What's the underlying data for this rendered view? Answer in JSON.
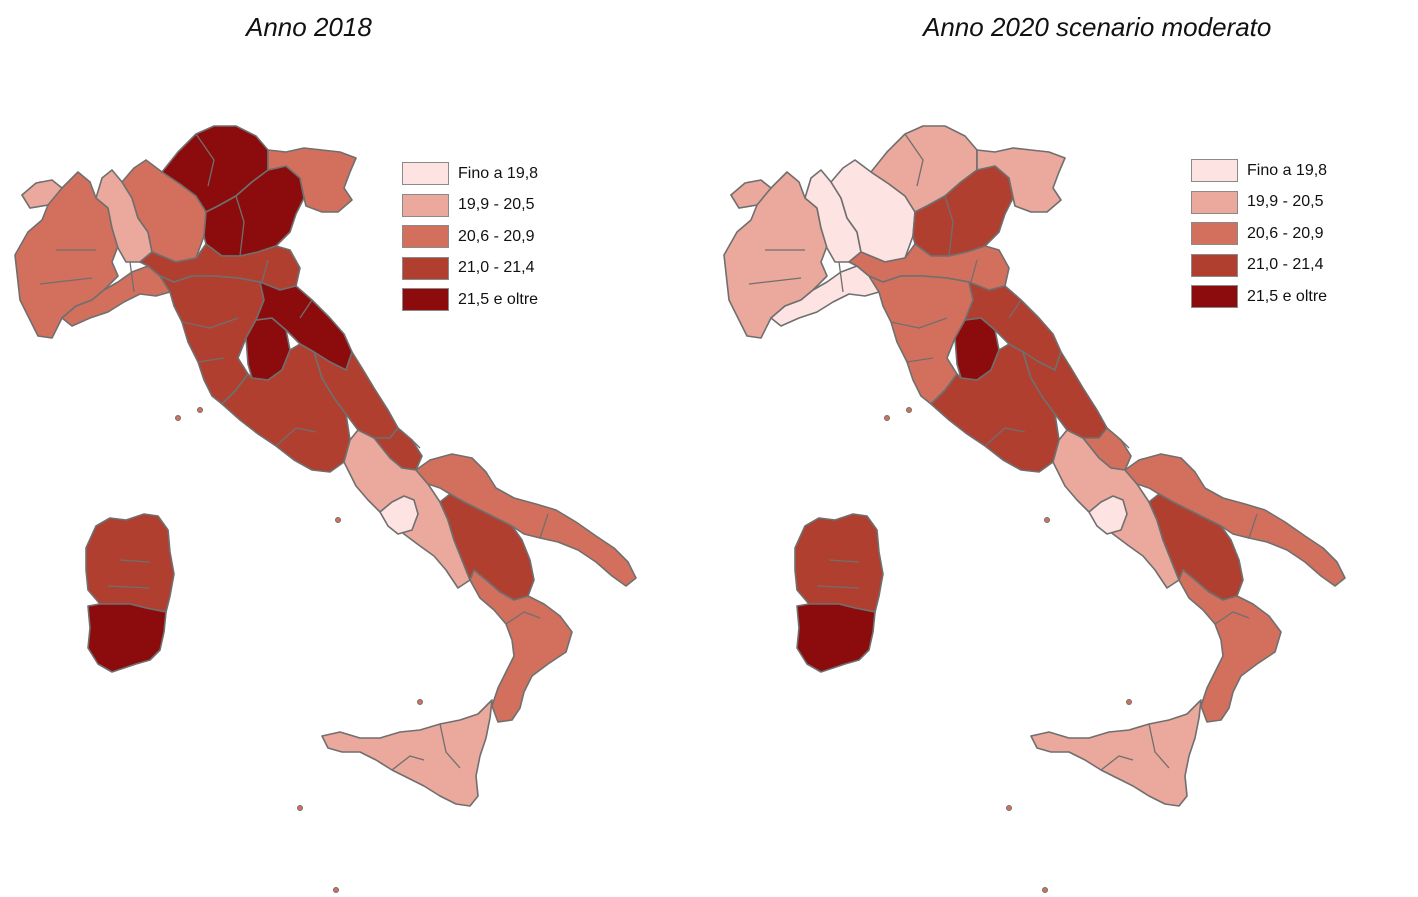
{
  "legend": {
    "classes": [
      {
        "label": "Fino a 19,8",
        "color": "#fde3e1"
      },
      {
        "label": "19,9 - 20,5",
        "color": "#eba89c"
      },
      {
        "label": "20,6 - 20,9",
        "color": "#d3705d"
      },
      {
        "label": "21,0 - 21,4",
        "color": "#b13f30"
      },
      {
        "label": "21,5 e oltre",
        "color": "#8c0c0d"
      }
    ]
  },
  "maps": [
    {
      "title": "Anno 2018",
      "region_classes": {
        "piemonte": 2,
        "valle_aosta": 1,
        "liguria": 2,
        "lombardia_west": 1,
        "lombardia_east": 2,
        "trentino": 4,
        "veneto": 4,
        "friuli": 2,
        "emilia": 3,
        "toscana": 3,
        "umbria": 4,
        "marche": 4,
        "lazio": 3,
        "abruzzo": 3,
        "molise": 3,
        "campania": 1,
        "napoli": 0,
        "puglia": 2,
        "basilicata": 3,
        "calabria": 2,
        "sicilia": 1,
        "sardegna": 3,
        "sardegna_south": 4
      }
    },
    {
      "title": "Anno 2020 scenario moderato",
      "region_classes": {
        "piemonte": 1,
        "valle_aosta": 1,
        "liguria": 0,
        "lombardia_west": 0,
        "lombardia_east": 0,
        "trentino": 1,
        "veneto": 3,
        "friuli": 1,
        "emilia": 2,
        "toscana": 2,
        "umbria": 4,
        "marche": 3,
        "lazio": 3,
        "abruzzo": 3,
        "molise": 2,
        "campania": 1,
        "napoli": 0,
        "puglia": 2,
        "basilicata": 3,
        "calabria": 2,
        "sicilia": 1,
        "sardegna": 3,
        "sardegna_south": 4
      }
    }
  ]
}
